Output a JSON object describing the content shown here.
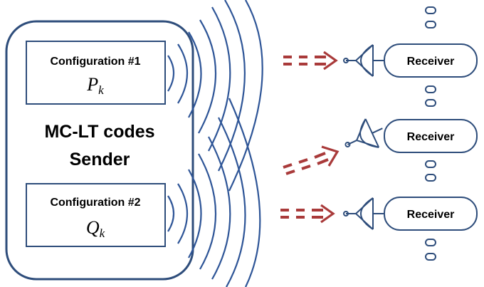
{
  "sender": {
    "title_line1": "MC-LT codes",
    "title_line2": "Sender",
    "config1": {
      "label": "Configuration #1",
      "symbol": "P",
      "subscript": "k"
    },
    "config2": {
      "label": "Configuration #2",
      "symbol": "Q",
      "subscript": "k"
    }
  },
  "receivers": [
    {
      "label": "Receiver"
    },
    {
      "label": "Receiver"
    },
    {
      "label": "Receiver"
    }
  ],
  "colors": {
    "outline": "#2e4d7b",
    "wave": "#2e5597",
    "arrow": "#a93a3a"
  }
}
